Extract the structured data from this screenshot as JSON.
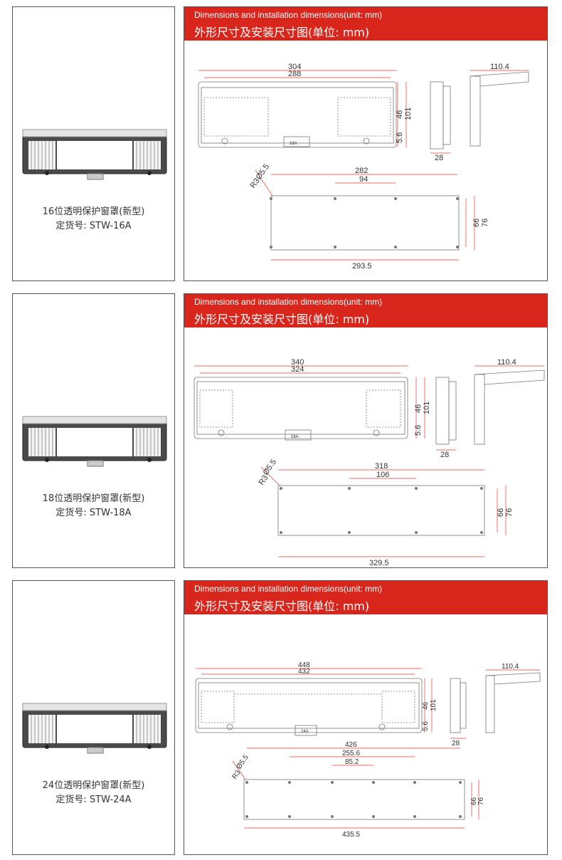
{
  "header": {
    "en": "Dimensions and installation dimensions(unit: mm)",
    "cn": "外形尺寸及安装尺寸图(单位: mm)"
  },
  "products": [
    {
      "name": "16位透明保护窗罩(新型)",
      "order": "定货号:  STW-16A",
      "front_overall": "304",
      "front_inner": "288",
      "height_main": "101",
      "height_inner": "46",
      "offset_small": "5.6",
      "side_depth": "28",
      "side_width": "110.4",
      "inst_width": "282",
      "inst_pitch": "94",
      "inst_pitch2": "",
      "inst_height_inner": "66",
      "inst_height_outer": "76",
      "inst_overall": "293.5",
      "hole_d": "Ø5.5",
      "radius": "R3",
      "rating": "16A"
    },
    {
      "name": "18位透明保护窗罩(新型)",
      "order": "定货号:  STW-18A",
      "front_overall": "340",
      "front_inner": "324",
      "height_main": "101",
      "height_inner": "46",
      "offset_small": "5.6",
      "side_depth": "28",
      "side_width": "110.4",
      "inst_width": "318",
      "inst_pitch": "106",
      "inst_pitch2": "",
      "inst_height_inner": "66",
      "inst_height_outer": "76",
      "inst_overall": "329.5",
      "hole_d": "Ø5.5",
      "radius": "R3",
      "rating": "16A"
    },
    {
      "name": "24位透明保护窗罩(新型)",
      "order": "定货号:  STW-24A",
      "front_overall": "448",
      "front_inner": "432",
      "height_main": "101",
      "height_inner": "46",
      "offset_small": "5.6",
      "side_depth": "28",
      "side_width": "110.4",
      "inst_width": "426",
      "inst_pitch": "255.6",
      "inst_pitch2": "85.2",
      "inst_height_inner": "66",
      "inst_height_outer": "76",
      "inst_overall": "435.5",
      "hole_d": "Ø5.5",
      "radius": "R3",
      "rating": "24A"
    }
  ]
}
